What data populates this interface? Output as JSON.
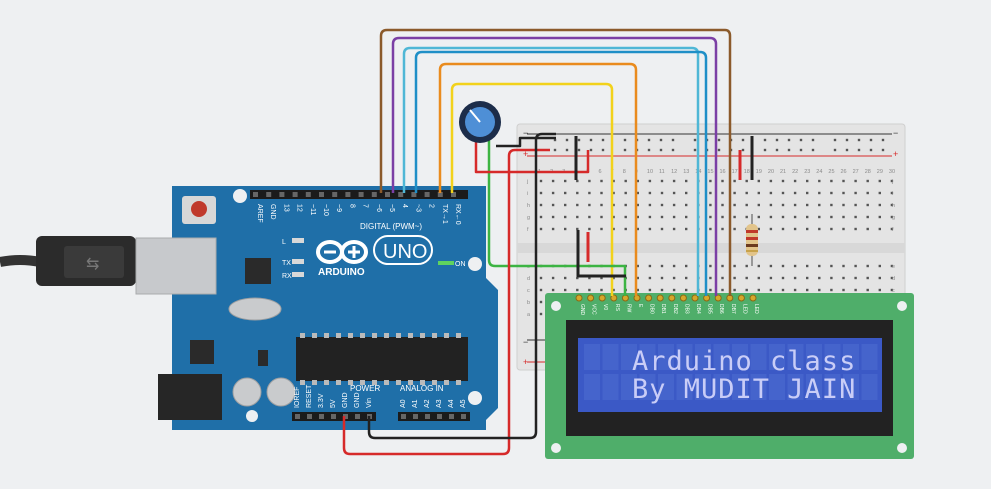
{
  "arduino": {
    "brand": "ARDUINO",
    "model": "UNO",
    "digital_header": "DIGITAL (PWM~)",
    "power_header": "POWER",
    "analog_header": "ANALOG IN",
    "on_label": "ON",
    "led_labels": [
      "L",
      "TX",
      "RX"
    ],
    "digital_pins": [
      "AREF",
      "GND",
      "13",
      "12",
      "~11",
      "~10",
      "~9",
      "8",
      "7",
      "~6",
      "~5",
      "4",
      "~3",
      "2",
      "TX→1",
      "RX←0"
    ],
    "power_pins": [
      "IOREF",
      "RESET",
      "3.3V",
      "5V",
      "GND",
      "GND",
      "Vin"
    ],
    "analog_pins": [
      "A0",
      "A1",
      "A2",
      "A3",
      "A4",
      "A5"
    ],
    "colors": {
      "board": "#1f6fa8",
      "accent": "#ffffff"
    }
  },
  "breadboard": {
    "row_letters_top": [
      "j",
      "i",
      "h",
      "g",
      "f"
    ],
    "row_letters_bottom": [
      "e",
      "d",
      "c",
      "b",
      "a"
    ],
    "column_numbers": [
      "1",
      "2",
      "3",
      "4",
      "5",
      "6",
      "7",
      "8",
      "9",
      "10",
      "11",
      "12",
      "13",
      "14",
      "15",
      "16",
      "17",
      "18",
      "19",
      "20",
      "21",
      "22",
      "23",
      "24",
      "25",
      "26",
      "27",
      "28",
      "29",
      "30"
    ],
    "rail_plus": "+",
    "rail_minus": "−"
  },
  "lcd": {
    "pin_labels": [
      "GND",
      "VCC",
      "V0",
      "RS",
      "RW",
      "E",
      "DB0",
      "DB1",
      "DB2",
      "DB3",
      "DB4",
      "DB5",
      "DB6",
      "DB7",
      "LED",
      "LED"
    ],
    "line1": "Arduino class",
    "line2": "By MUDIT JAIN",
    "colors": {
      "pcb": "#4fae6a",
      "screen": "#3b59c6",
      "text": "#c9cdf7"
    }
  },
  "wires": [
    {
      "name": "brown-wire",
      "color": "#8b5a2b"
    },
    {
      "name": "purple-wire",
      "color": "#7b3fa5"
    },
    {
      "name": "lightblue-wire",
      "color": "#4fb7d6"
    },
    {
      "name": "blue-wire",
      "color": "#1f8fc7"
    },
    {
      "name": "orange-wire",
      "color": "#e98b1e"
    },
    {
      "name": "yellow-wire",
      "color": "#f2d21b"
    },
    {
      "name": "green-wire",
      "color": "#3cb443"
    },
    {
      "name": "red-wire",
      "color": "#d62a2a"
    },
    {
      "name": "black-wire",
      "color": "#222222"
    }
  ]
}
